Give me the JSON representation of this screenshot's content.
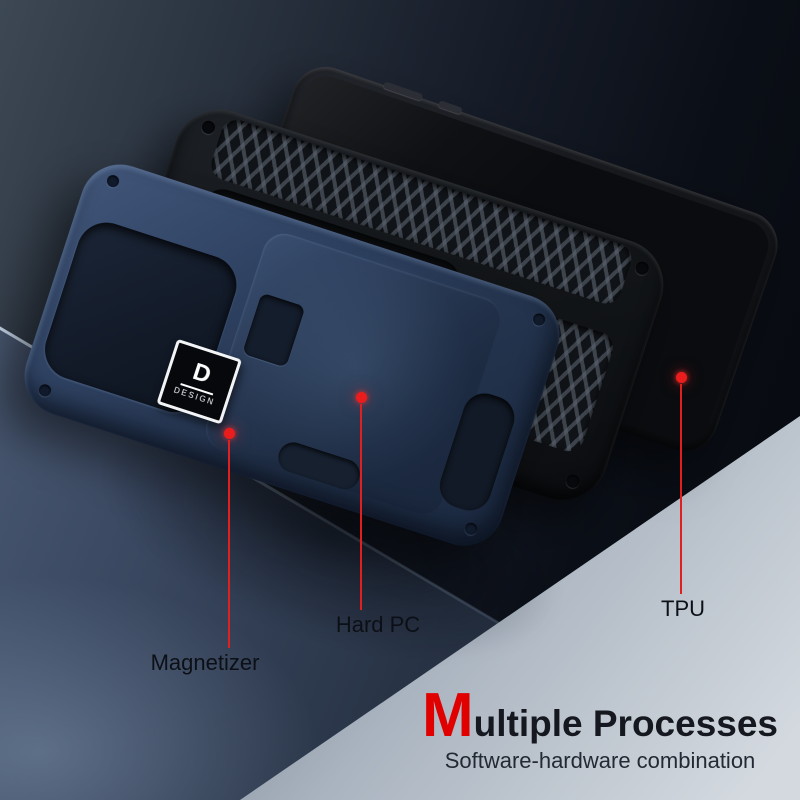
{
  "product": {
    "logo": {
      "letter": "D",
      "brand": "DESIGN"
    }
  },
  "annotations": {
    "magnetizer": {
      "label": "Magnetizer"
    },
    "hard_pc": {
      "label": "Hard PC"
    },
    "tpu": {
      "label": "TPU"
    }
  },
  "caption": {
    "lead": "M",
    "rest": "ultiple Processes",
    "subtitle": "Software-hardware combination"
  },
  "colors": {
    "accent_red": "#e00000",
    "case_blue": "#2c405e",
    "tpu_black": "#14171c",
    "phone_black": "#121418",
    "surface_light": "#d3d9df",
    "label_text": "#0c1016"
  }
}
